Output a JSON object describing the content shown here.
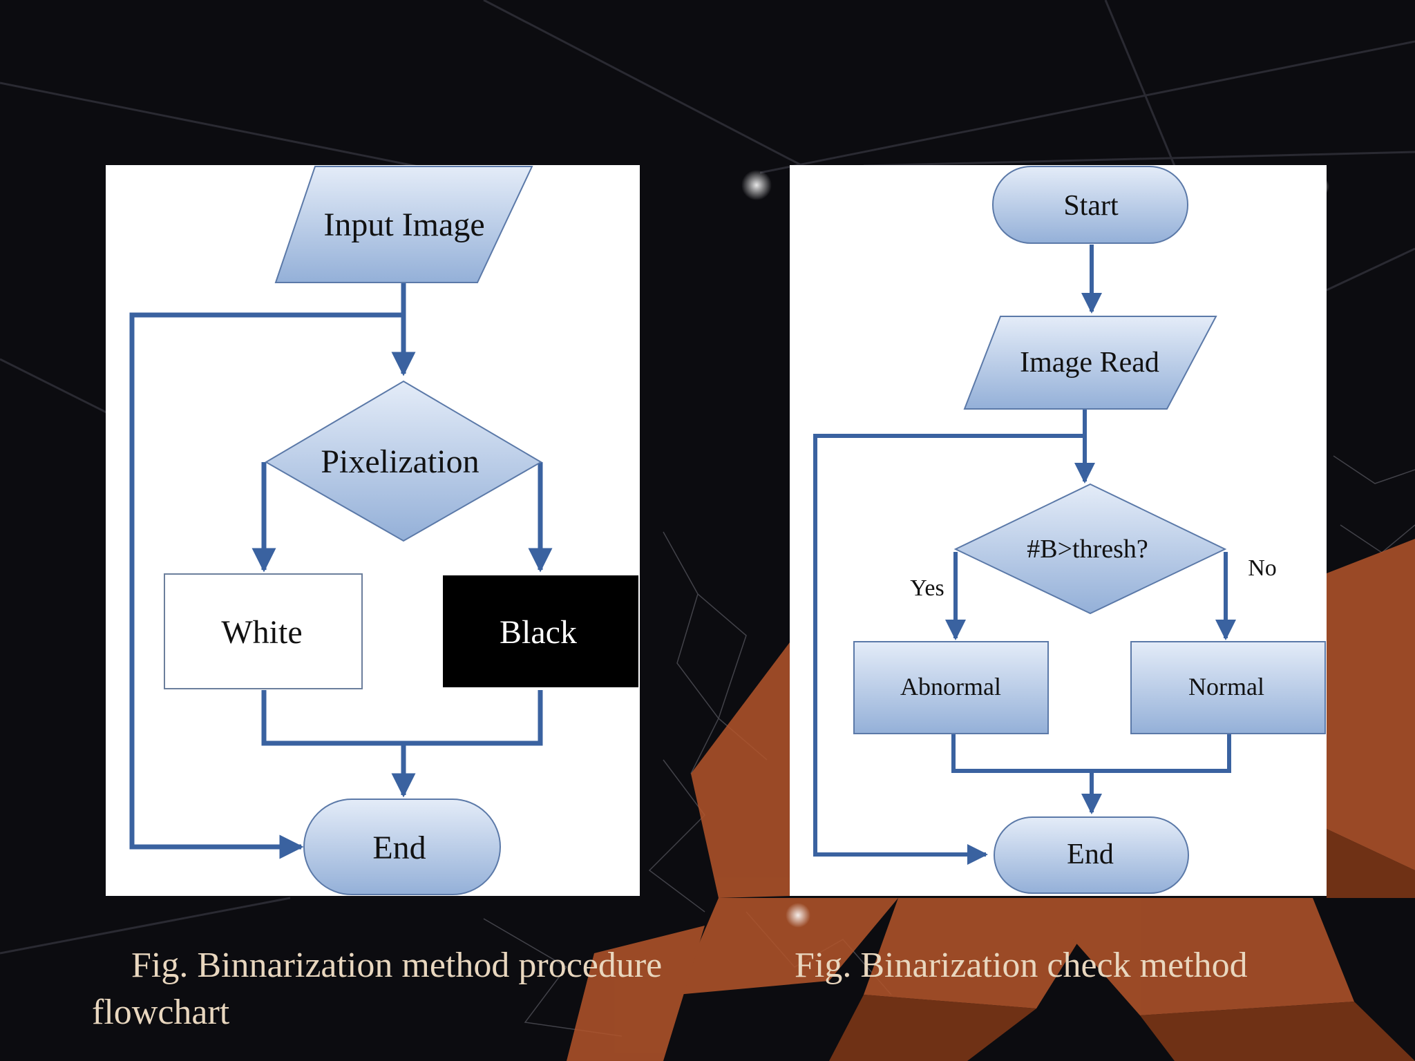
{
  "colors": {
    "shape_fill_top": "#e4ecf8",
    "shape_fill_bottom": "#94b0d8",
    "shape_stroke": "#5b79a8",
    "arrow": "#3a62a0",
    "black_box": "#000000",
    "caption_text": "#e9d7bf"
  },
  "left_flowchart": {
    "input_image": "Input Image",
    "pixelization": "Pixelization",
    "white": "White",
    "black": "Black",
    "end": "End"
  },
  "right_flowchart": {
    "start": "Start",
    "image_read": "Image Read",
    "decision": "#B>thresh?",
    "yes": "Yes",
    "no": "No",
    "abnormal": "Abnormal",
    "normal": "Normal",
    "end": "End"
  },
  "captions": {
    "left": "Fig. Binnarization method procedure flowchart",
    "right": "Fig. Binarization check method"
  }
}
